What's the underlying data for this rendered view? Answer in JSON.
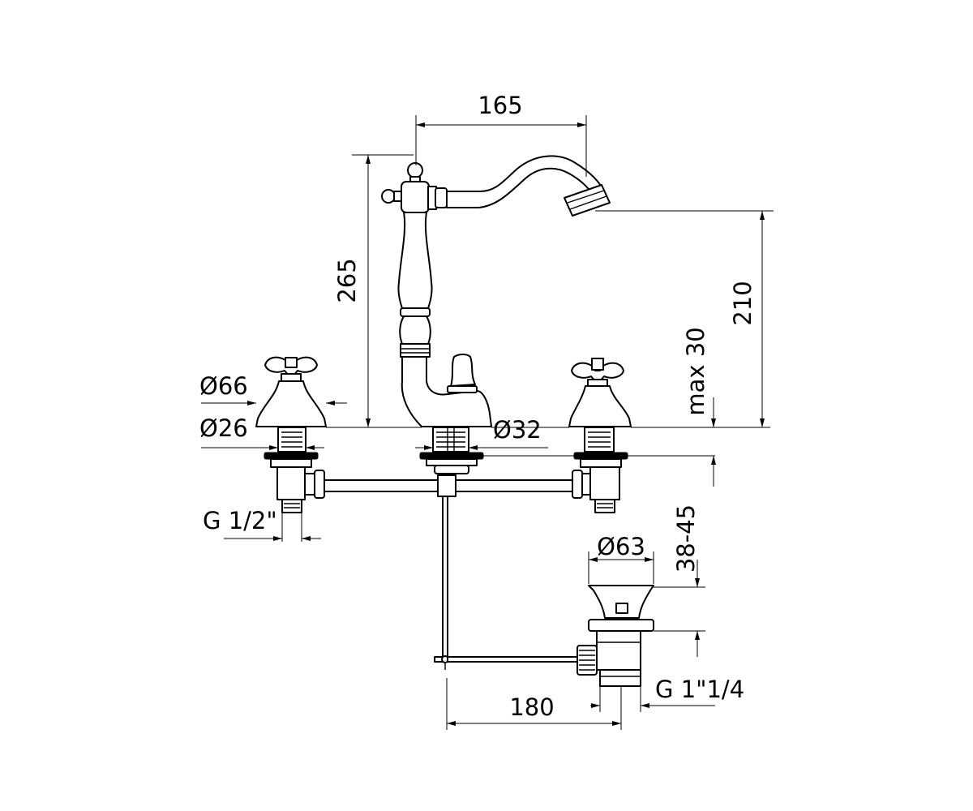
{
  "drawing": {
    "subject": "three-hole basin mixer with pop-up waste"
  },
  "dimensions": {
    "spout_reach": "165",
    "total_height": "265",
    "spout_height": "210",
    "max_deck_thickness": "max 30",
    "handle_diameter": "Ø66",
    "valve_diameter": "Ø26",
    "spout_base_diameter": "Ø32",
    "inlet_thread": "G 1/2\"",
    "waste_flange_diameter": "Ø63",
    "waste_range": "38-45",
    "waste_thread": "G 1\"1/4",
    "waste_offset": "180"
  },
  "colors": {
    "line": "#000000",
    "background": "#ffffff"
  }
}
